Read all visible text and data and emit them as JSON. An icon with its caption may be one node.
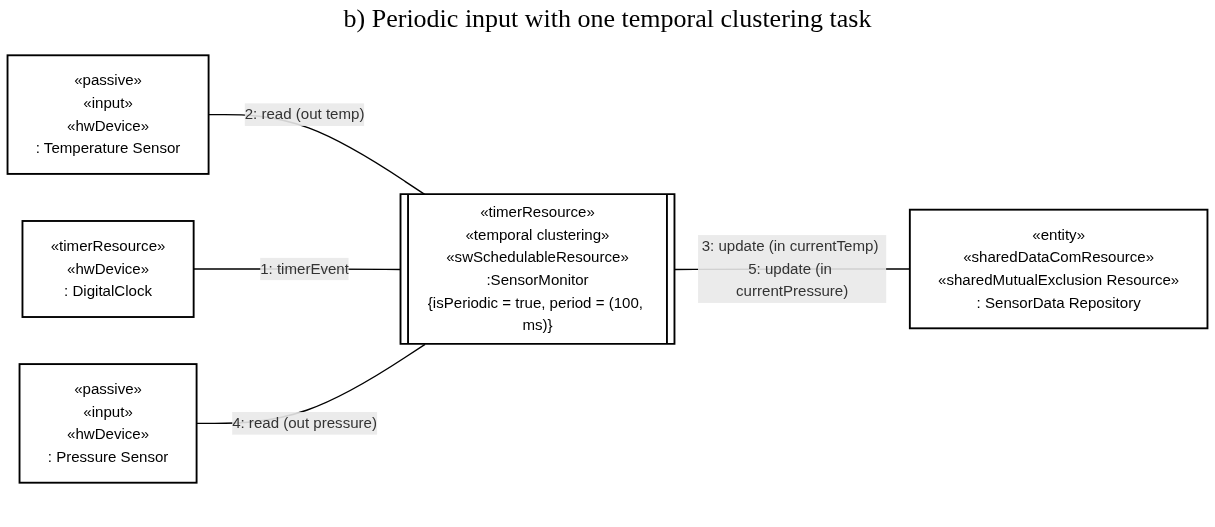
{
  "diagram": {
    "title": "b) Periodic input with one temporal clustering task",
    "nodes": [
      {
        "text": [
          "«timerResource»",
          "«hwDevice»",
          ": DigitalClock"
        ]
      },
      {
        "text": [
          "«passive»",
          "«input»",
          "«hwDevice»",
          ": Temperature Sensor"
        ]
      },
      {
        "text": [
          "«timerResource»",
          "«temporal clustering»",
          "«swSchedulableResource»",
          ":SensorMonitor",
          "{isPeriodic = true, period = (100, ms)}"
        ]
      },
      {
        "text": [
          "«entity»",
          "«sharedDataComResource»",
          "«sharedMutualExclusion Resource»",
          ": SensorData Repository"
        ]
      },
      {
        "text": [
          "«passive»",
          "«input»",
          "«hwDevice»",
          ": Pressure Sensor"
        ]
      }
    ],
    "edges": [
      {
        "from": 1,
        "to": 2,
        "arrow": "none",
        "label": "2: read (out temp)"
      },
      {
        "from": 0,
        "to": 2,
        "arrow": "none",
        "label": "1: timerEvent"
      },
      {
        "from": 4,
        "to": 2,
        "arrow": "none",
        "label": "4: read (out pressure)"
      },
      {
        "from": 2,
        "to": 3,
        "arrow": "none",
        "label": "3: update (in currentTemp) 5: update (in currentPressure)"
      }
    ]
  }
}
